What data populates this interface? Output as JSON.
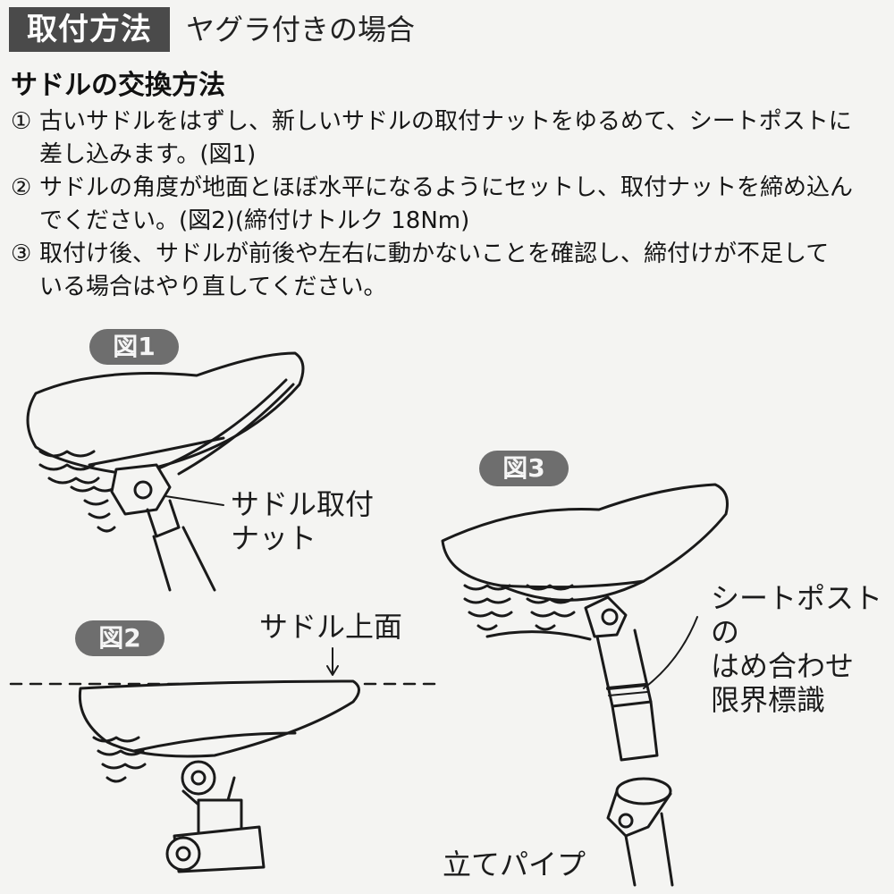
{
  "header": {
    "tag": "取付方法",
    "subtitle": "ヤグラ付きの場合"
  },
  "section_title": "サドルの交換方法",
  "steps": [
    {
      "num": "①",
      "line1": "古いサドルをはずし、新しいサドルの取付ナットをゆるめて、シートポストに",
      "line2": "差し込みます。(図1)"
    },
    {
      "num": "②",
      "line1": "サドルの角度が地面とほぼ水平になるようにセットし、取付ナットを締め込ん",
      "line2": "でください。(図2)(締付けトルク 18Nm)"
    },
    {
      "num": "③",
      "line1": "取付け後、サドルが前後や左右に動かないことを確認し、締付けが不足して",
      "line2": "いる場合はやり直してください。"
    }
  ],
  "figures": {
    "fig1": {
      "label": "図1",
      "callout_line1": "サドル取付",
      "callout_line2": "ナット"
    },
    "fig2": {
      "label": "図2",
      "callout": "サドル上面"
    },
    "fig3": {
      "label": "図3",
      "callout_line1": "シートポスト",
      "callout_line2": "の",
      "callout_line3": "はめ合わせ",
      "callout_line4": "限界標識",
      "bottom_callout": "立てパイプ"
    }
  }
}
